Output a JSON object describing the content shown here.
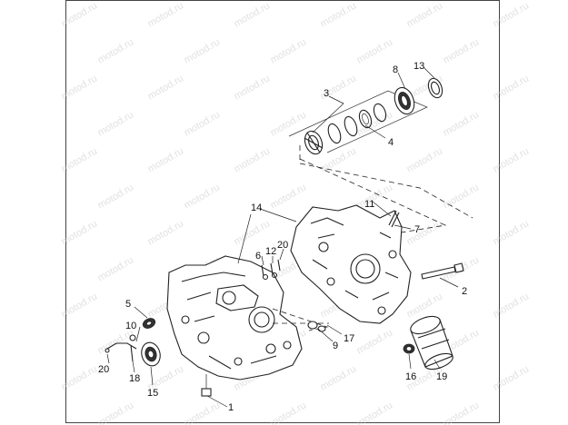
{
  "watermark": {
    "text": "motod.ru"
  },
  "colors": {
    "line": "#222222",
    "background": "#ffffff",
    "watermark": "#c9c9c9"
  },
  "callouts": [
    {
      "id": "1",
      "label": "1"
    },
    {
      "id": "2",
      "label": "2"
    },
    {
      "id": "3",
      "label": "3"
    },
    {
      "id": "4",
      "label": "4"
    },
    {
      "id": "5",
      "label": "5"
    },
    {
      "id": "6",
      "label": "6"
    },
    {
      "id": "7",
      "label": "7"
    },
    {
      "id": "8",
      "label": "8"
    },
    {
      "id": "9",
      "label": "9"
    },
    {
      "id": "10",
      "label": "10"
    },
    {
      "id": "11",
      "label": "11"
    },
    {
      "id": "12",
      "label": "12"
    },
    {
      "id": "13",
      "label": "13"
    },
    {
      "id": "14",
      "label": "14"
    },
    {
      "id": "15",
      "label": "15"
    },
    {
      "id": "16",
      "label": "16"
    },
    {
      "id": "17",
      "label": "17"
    },
    {
      "id": "18",
      "label": "18"
    },
    {
      "id": "19",
      "label": "19"
    },
    {
      "id": "20a",
      "label": "20"
    },
    {
      "id": "20b",
      "label": "20"
    }
  ]
}
